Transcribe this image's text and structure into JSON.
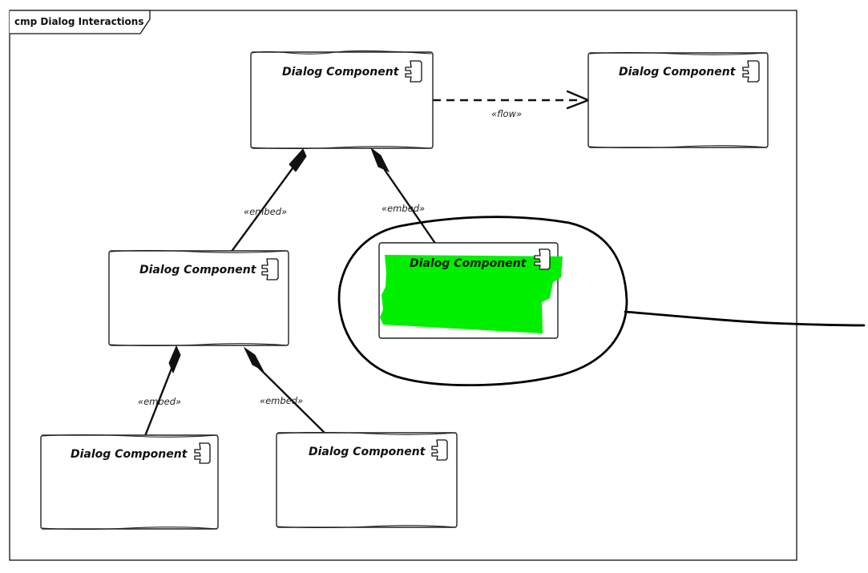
{
  "frame": {
    "title": "cmp Dialog Interactions"
  },
  "components": [
    {
      "id": "top",
      "label": "Dialog Component"
    },
    {
      "id": "right",
      "label": "Dialog Component"
    },
    {
      "id": "mid-left",
      "label": "Dialog Component"
    },
    {
      "id": "highlighted",
      "label": "Dialog Component"
    },
    {
      "id": "bottom-left",
      "label": "Dialog Component"
    },
    {
      "id": "bottom-mid",
      "label": "Dialog Component"
    }
  ],
  "connectors": [
    {
      "from": "top",
      "to": "right",
      "kind": "dependency",
      "stereotype": "«flow»"
    },
    {
      "from": "top",
      "to": "mid-left",
      "kind": "composition",
      "stereotype": "«embed»"
    },
    {
      "from": "top",
      "to": "highlighted",
      "kind": "composition",
      "stereotype": "«embed»"
    },
    {
      "from": "mid-left",
      "to": "bottom-left",
      "kind": "composition",
      "stereotype": "«embed»"
    },
    {
      "from": "mid-left",
      "to": "bottom-mid",
      "kind": "composition",
      "stereotype": "«embed»"
    }
  ],
  "annotation": {
    "highlight_color": "#00f000",
    "circled_component": "highlighted"
  }
}
